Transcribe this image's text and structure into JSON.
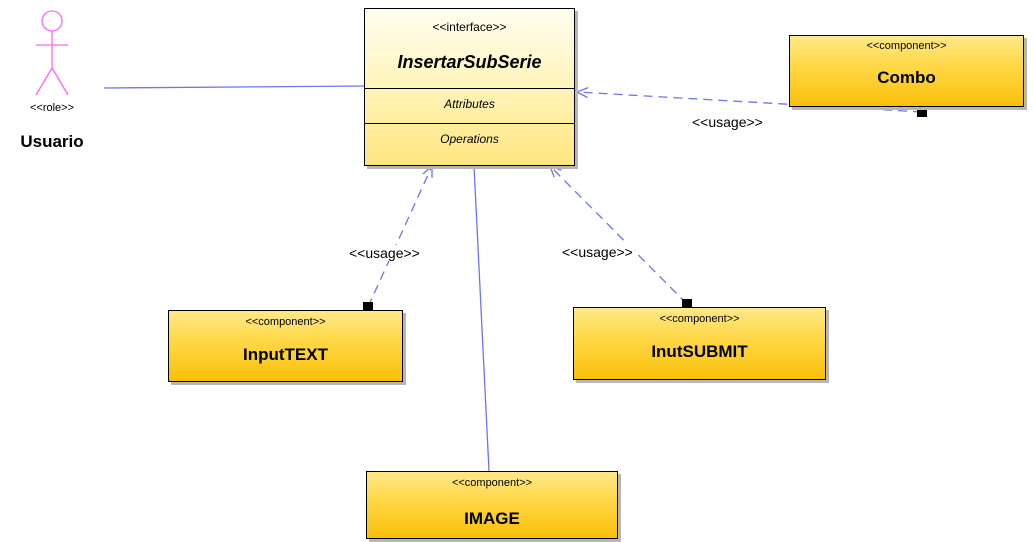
{
  "actor": {
    "stereotype": "<<role>>",
    "name": "Usuario"
  },
  "interface": {
    "stereotype": "<<interface>>",
    "name": "InsertarSubSerie",
    "attributes_label": "Attributes",
    "operations_label": "Operations"
  },
  "components": {
    "combo": {
      "stereotype": "<<component>>",
      "name": "Combo"
    },
    "input_text": {
      "stereotype": "<<component>>",
      "name": "InputTEXT"
    },
    "inut_submit": {
      "stereotype": "<<component>>",
      "name": "InutSUBMIT"
    },
    "image": {
      "stereotype": "<<component>>",
      "name": "IMAGE"
    }
  },
  "relations": {
    "combo_usage": "<<usage>>",
    "input_text_usage": "<<usage>>",
    "inut_submit_usage": "<<usage>>"
  },
  "colors": {
    "actor_stroke": "#ff66ff",
    "association_line": "#6f73f0",
    "component_fill": "#ffd94a",
    "interface_fill": "#fff3b5"
  }
}
